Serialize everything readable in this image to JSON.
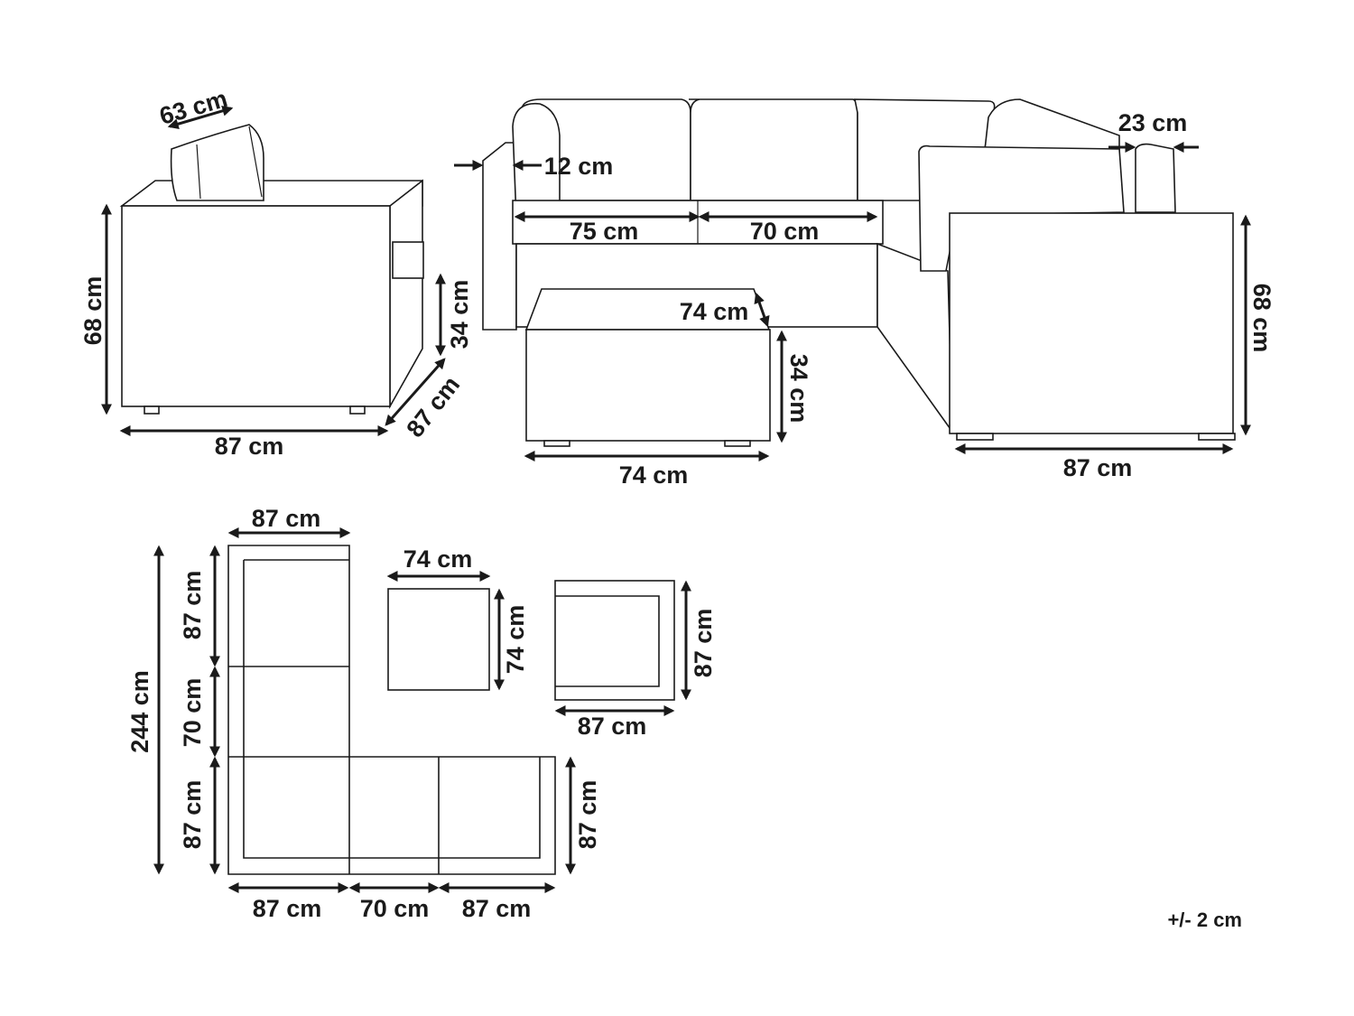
{
  "armchair_view": {
    "cushion_width": "63 cm",
    "height": "68 cm",
    "seat_height": "34 cm",
    "depth": "87 cm",
    "width": "87 cm"
  },
  "sofa_view": {
    "arm_width": "12 cm",
    "seat_corner": "75 cm",
    "seat_middle": "70 cm",
    "table_top": "74 cm",
    "table_height": "34 cm",
    "table_width": "74 cm",
    "pillow_depth": "23 cm",
    "sofa_height": "68 cm",
    "sofa_width": "87 cm"
  },
  "plan_view": {
    "top_width": "87 cm",
    "left_top": "87 cm",
    "left_mid": "70 cm",
    "left_bottom": "87 cm",
    "total_length": "244 cm",
    "bottom_left": "87 cm",
    "bottom_mid": "70 cm",
    "bottom_right": "87 cm",
    "right_depth": "87 cm",
    "table_w": "74 cm",
    "table_d": "74 cm",
    "chair_w": "87 cm",
    "chair_d": "87 cm"
  },
  "tolerance": "+/- 2 cm",
  "colors": {
    "line": "#1a1a1a",
    "background": "#ffffff",
    "weave": "#555555"
  }
}
